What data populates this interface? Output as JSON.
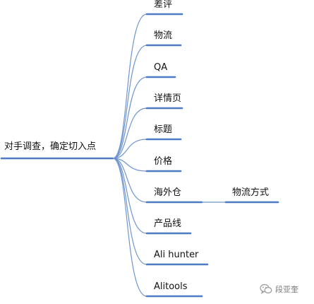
{
  "root": {
    "label": "对手调查，确定切入点"
  },
  "branches": [
    {
      "label": "差评"
    },
    {
      "label": "物流"
    },
    {
      "label": "QA"
    },
    {
      "label": "详情页"
    },
    {
      "label": "标题"
    },
    {
      "label": "价格"
    },
    {
      "label": "海外仓",
      "children": [
        {
          "label": "物流方式"
        }
      ]
    },
    {
      "label": "产品线"
    },
    {
      "label": "Ali hunter"
    },
    {
      "label": "Alitools"
    }
  ],
  "watermark": {
    "text": "段亚奎",
    "icon": "wechat-icon"
  },
  "colors": {
    "line": "#4e7cc4",
    "connector": "#6f95cf",
    "text": "#111111"
  }
}
